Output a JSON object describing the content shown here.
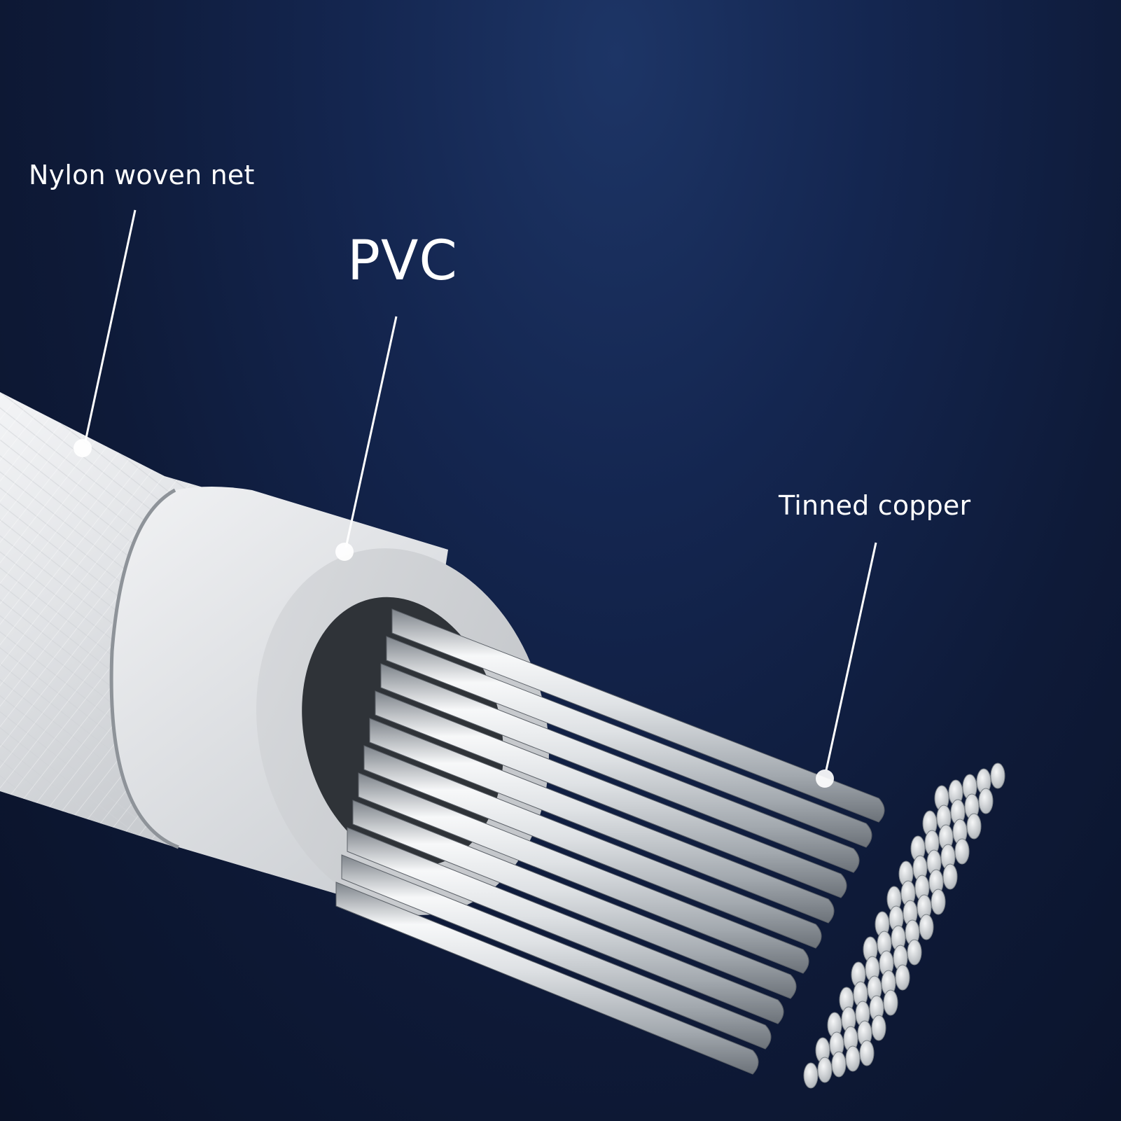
{
  "labels": {
    "nylon": "Nylon woven net",
    "pvc": "PVC",
    "copper": "Tinned copper"
  },
  "colors": {
    "background": "#0f1a33",
    "jacket": "#e6e7ea",
    "pvc_ring": "#d3d5d8",
    "strand_light": "#f4f5f6",
    "strand_dark": "#9aa0a6",
    "leader": "#ffffff"
  }
}
